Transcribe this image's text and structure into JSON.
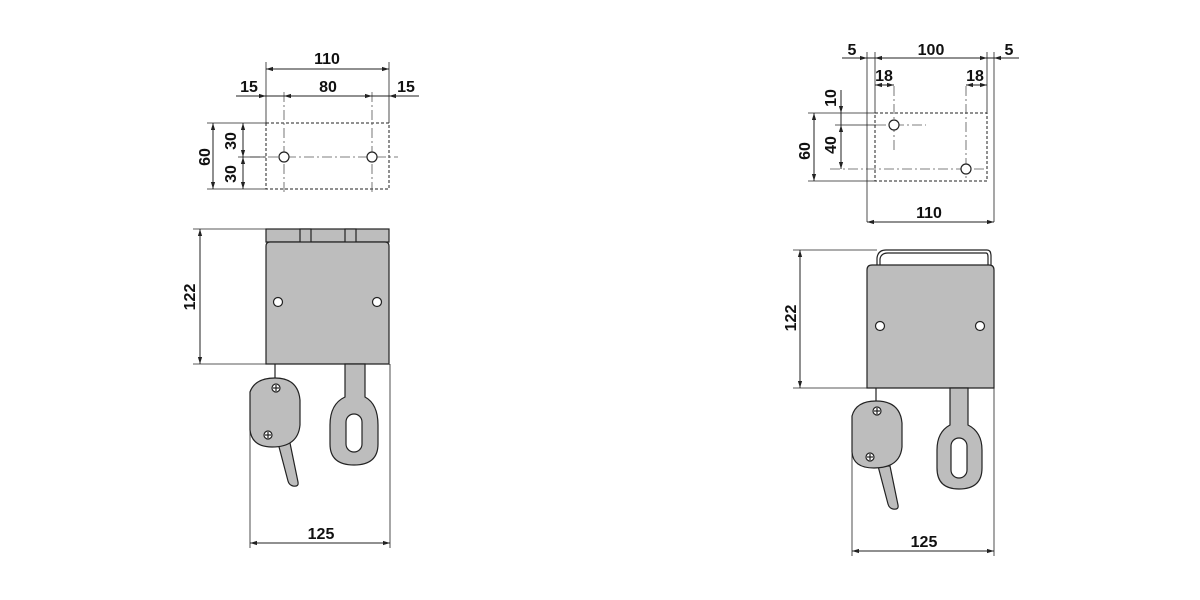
{
  "left_view": {
    "dims": {
      "top_total": "110",
      "top_left": "15",
      "top_mid": "80",
      "top_right": "15",
      "side_total": "60",
      "side_upper": "30",
      "side_lower": "30",
      "height": "122",
      "bottom_width": "125"
    }
  },
  "right_view": {
    "dims": {
      "top_left": "5",
      "top_mid": "100",
      "top_right": "5",
      "off_left": "18",
      "off_right": "18",
      "side_total": "60",
      "side_a": "10",
      "side_b": "40",
      "width": "110",
      "height": "122",
      "bottom_width": "125"
    }
  }
}
